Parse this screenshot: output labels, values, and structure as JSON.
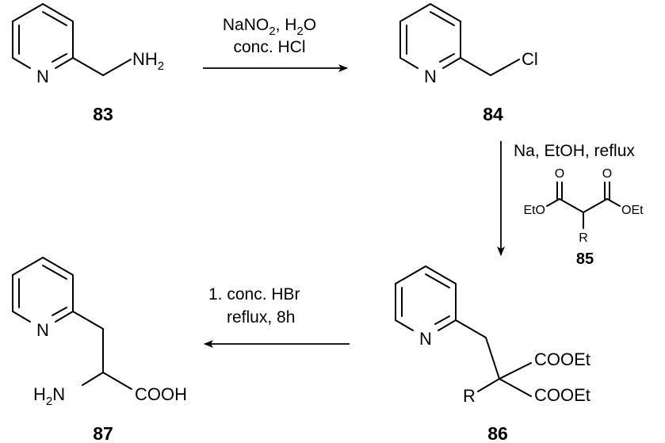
{
  "compounds": {
    "c83": {
      "label": "83",
      "N": "N",
      "NH": "NH",
      "sub2": "2"
    },
    "c84": {
      "label": "84",
      "N": "N",
      "Cl": "Cl"
    },
    "c85": {
      "label": "85",
      "O1": "O",
      "O2": "O",
      "EtO": "EtO",
      "OEt": "OEt",
      "R": "R"
    },
    "c86": {
      "label": "86",
      "N": "N",
      "R": "R",
      "ester1": "COOEt",
      "ester2": "COOEt"
    },
    "c87": {
      "label": "87",
      "N": "N",
      "H": "H",
      "sub2": "2",
      "N2": "N",
      "acid": "COOH"
    }
  },
  "steps": {
    "s1": {
      "line1_a": "NaNO",
      "line1_sub": "2",
      "line1_b": ", H",
      "line1_sub2": "2",
      "line1_c": "O",
      "line2": "conc. HCl"
    },
    "s2": {
      "line1": "Na, EtOH, reflux"
    },
    "s3": {
      "line1": "1. conc. HBr",
      "line2": "reflux, 8h"
    }
  }
}
